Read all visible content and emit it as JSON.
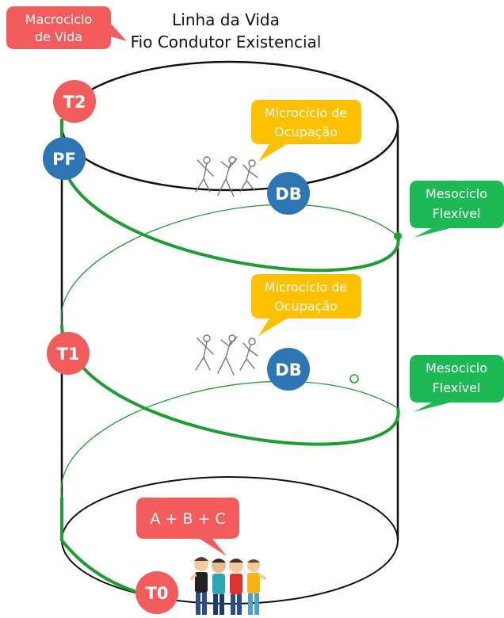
{
  "title": {
    "line1": "Linha da Vida",
    "line2": "Fio Condutor Existencial"
  },
  "callouts": {
    "macro": {
      "line1": "Macrociclo",
      "line2": "de Vida",
      "color": "#f25c5c"
    },
    "micro_top": {
      "line1": "Microcíclo de",
      "line2": "Ocupação",
      "color": "#ffc000"
    },
    "micro_mid": {
      "line1": "Microcíclo de",
      "line2": "Ocupação",
      "color": "#ffc000"
    },
    "meso_top": {
      "line1": "Mesociclo",
      "line2": "Flexível",
      "color": "#1db954"
    },
    "meso_mid": {
      "line1": "Mesociclo",
      "line2": "Flexível",
      "color": "#1db954"
    },
    "abc": {
      "text": "A + B + C",
      "color": "#f25c5c"
    }
  },
  "nodes": {
    "t2": "T2",
    "pf": "PF",
    "t1": "T1",
    "t0": "T0",
    "db_top": "DB",
    "db_mid": "DB"
  },
  "colors": {
    "red": "#f25c5c",
    "blue": "#2e75b6",
    "green": "#1e9e32",
    "outline": "#111111"
  },
  "icons": {
    "people_group": "stretching-people-icon",
    "friends_group": "friends-group-icon"
  }
}
